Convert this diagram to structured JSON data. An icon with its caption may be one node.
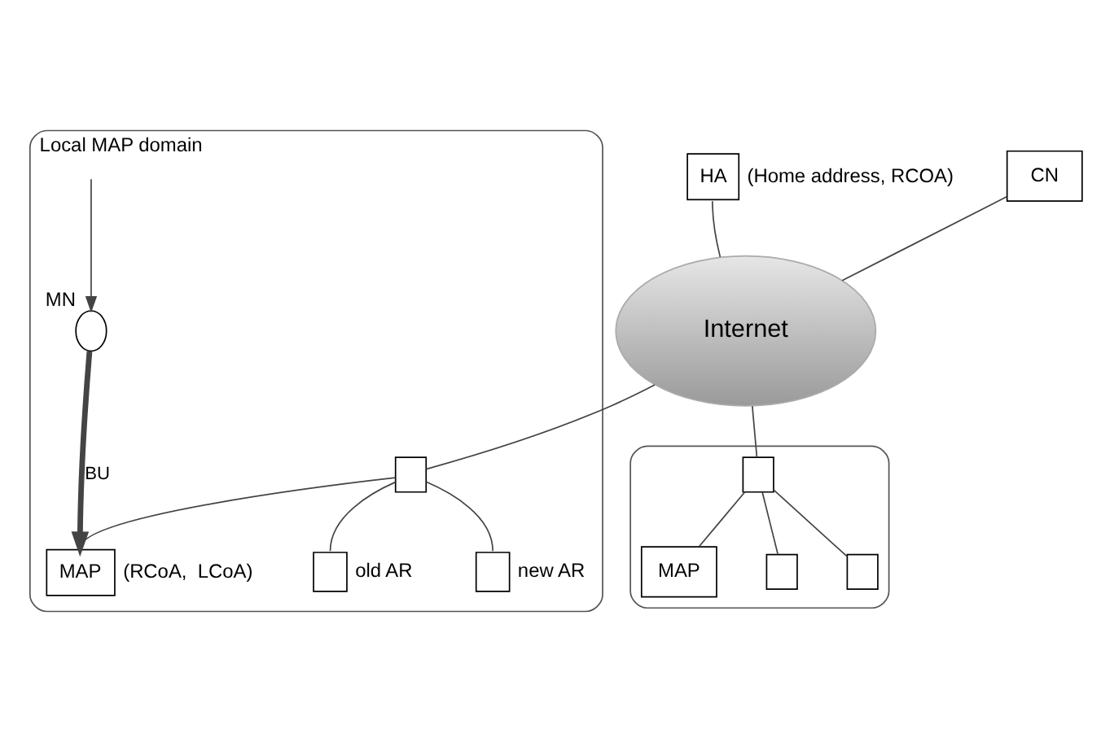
{
  "diagram": {
    "nodes": [
      {
        "text": [
          "Internet"
        ]
      },
      {
        "text": [
          "HA"
        ],
        "beside": [
          "(Home address, RCOA)"
        ]
      },
      {
        "text": [
          "CN"
        ]
      },
      {
        "text": [
          "Local MAP domain"
        ]
      },
      {
        "text": [],
        "shape": "box",
        "in": 3
      },
      {
        "text": [
          "MAP"
        ],
        "in": 3,
        "beside": [
          "(RCoA,  LCoA)"
        ]
      },
      {
        "text": [],
        "shape": "box",
        "in": 3,
        "beside": [
          "old AR"
        ]
      },
      {
        "text": [],
        "shape": "box",
        "in": 3,
        "beside": [
          "new AR"
        ]
      },
      {
        "text": [],
        "shape": "circle",
        "in": 3,
        "beside": [
          "MN"
        ]
      },
      {
        "text": [],
        "shape": "ellipse"
      },
      {
        "text": [],
        "shape": "box",
        "in": 9
      },
      {
        "text": [
          "MAP"
        ],
        "in": 9
      },
      {
        "text": [],
        "shape": "box",
        "in": 9
      },
      {
        "text": [],
        "shape": "box",
        "in": 9
      }
    ],
    "edges": [
      {
        "from": 1,
        "to": 0,
        "arrow": "none"
      },
      {
        "from": 2,
        "to": 0,
        "arrow": "none"
      },
      {
        "from": 0,
        "to": 4,
        "arrow": "none"
      },
      {
        "from": 4,
        "to": 5,
        "arrow": "none"
      },
      {
        "from": 4,
        "to": 6,
        "arrow": "none"
      },
      {
        "from": 4,
        "to": 7,
        "arrow": "none"
      },
      {
        "from": 0,
        "to": 10,
        "arrow": "none"
      },
      {
        "from": 10,
        "to": 11,
        "arrow": "none"
      },
      {
        "from": 10,
        "to": 12,
        "arrow": "none"
      },
      {
        "from": 10,
        "to": 13,
        "arrow": "none"
      },
      {
        "from": 8,
        "to": 5,
        "arrow": "to",
        "label": "BU",
        "style": "thick"
      },
      {
        "from": null,
        "to": 8,
        "arrow": "to"
      }
    ]
  }
}
